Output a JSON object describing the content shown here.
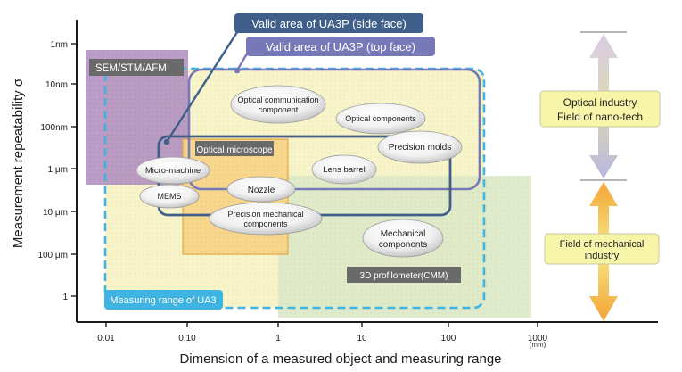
{
  "axes": {
    "y_title": "Measurement repeatability σ",
    "x_title": "Dimension of a measured object and measuring range",
    "x_unit": "(mm)",
    "y_ticks": [
      "1nm",
      "10nm",
      "100nm",
      "1 μm",
      "10 μm",
      "100 μm",
      "1"
    ],
    "x_ticks": [
      "0.01",
      "0.10",
      "1",
      "10",
      "100",
      "1000"
    ]
  },
  "regions": {
    "sem": "SEM/STM/AFM",
    "optical_microscope": "Optical microscope",
    "profilometer": "3D profilometer(CMM)",
    "measuring_range": "Measuring range of UA3"
  },
  "callouts": {
    "side_face": "Valid area of UA3P (side face)",
    "top_face": "Valid area of UA3P (top face)"
  },
  "ellipses": {
    "optical_comm_1": "Optical communication",
    "optical_comm_2": "component",
    "optical_components": "Optical components",
    "precision_molds": "Precision molds",
    "micro_machine": "Micro-machine",
    "lens_barrel": "Lens barrel",
    "mems": "MEMS",
    "nozzle": "Nozzle",
    "precision_mech_1": "Precision mechanical",
    "precision_mech_2": "components",
    "mech_components_1": "Mechanical",
    "mech_components_2": "components"
  },
  "industry": {
    "optical_1": "Optical industry",
    "optical_2": "Field of nano-tech",
    "mechanical_1": "Field of mechanical",
    "mechanical_2": "industry"
  },
  "colors": {
    "side_face_blue": "#3f5f8a",
    "top_face_purple": "#7778b8",
    "measuring_cyan": "#3fb4e2",
    "sem_purple": "#7b5a95",
    "optical_orange": "#f6bd4a",
    "profilometer_green": "#9fc36f",
    "yellow_box": "#f6f5a8"
  }
}
